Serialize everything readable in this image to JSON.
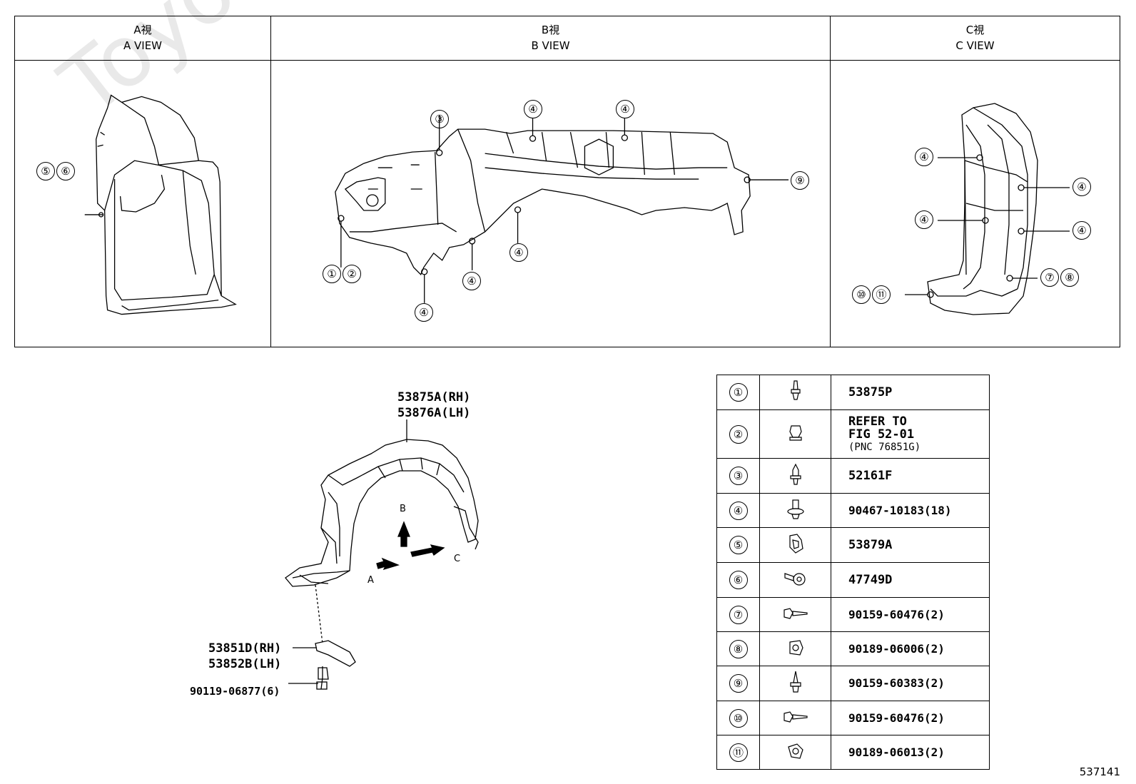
{
  "views": [
    {
      "jp": "A視",
      "en": "A VIEW"
    },
    {
      "jp": "B視",
      "en": "B VIEW"
    },
    {
      "jp": "C視",
      "en": "C VIEW"
    }
  ],
  "callouts": {
    "a_view": [
      "⑤",
      "⑥"
    ],
    "b_view": [
      "③",
      "④",
      "④",
      "⑨",
      "④",
      "④",
      "④",
      "①",
      "②"
    ],
    "c_view": [
      "④",
      "④",
      "④",
      "④",
      "⑦",
      "⑧",
      "⑩",
      "⑪"
    ]
  },
  "main_diagram": {
    "liner_rh": "53875A(RH)",
    "liner_lh": "53876A(LH)",
    "bracket_rh": "53851D(RH)",
    "bracket_lh": "53852B(LH)",
    "bolt": "90119-06877(6)",
    "arrow_a": "A",
    "arrow_b": "B",
    "arrow_c": "C"
  },
  "parts": [
    {
      "no": "①",
      "part": "53875P",
      "icon": "screw-clip-icon"
    },
    {
      "no": "②",
      "part_lines": [
        "REFER TO",
        "FIG 52-01",
        "(PNC 76851G)"
      ],
      "icon": "push-clip-icon"
    },
    {
      "no": "③",
      "part": "52161F",
      "icon": "rivet-clip-icon"
    },
    {
      "no": "④",
      "part": "90467-10183(18)",
      "icon": "clip-icon"
    },
    {
      "no": "⑤",
      "part": "53879A",
      "icon": "nut-clip-icon"
    },
    {
      "no": "⑥",
      "part": "47749D",
      "icon": "bolt-clip-icon"
    },
    {
      "no": "⑦",
      "part": "90159-60476(2)",
      "icon": "tapping-screw-icon"
    },
    {
      "no": "⑧",
      "part": "90189-06006(2)",
      "icon": "grommet-nut-icon"
    },
    {
      "no": "⑨",
      "part": "90159-60383(2)",
      "icon": "screw-icon"
    },
    {
      "no": "⑩",
      "part": "90159-60476(2)",
      "icon": "tapping-screw-icon"
    },
    {
      "no": "⑪",
      "part": "90189-06013(2)",
      "icon": "grommet-nut-icon"
    }
  ],
  "figure_number": "537141",
  "watermark": "ToyotaCarMine.ru"
}
